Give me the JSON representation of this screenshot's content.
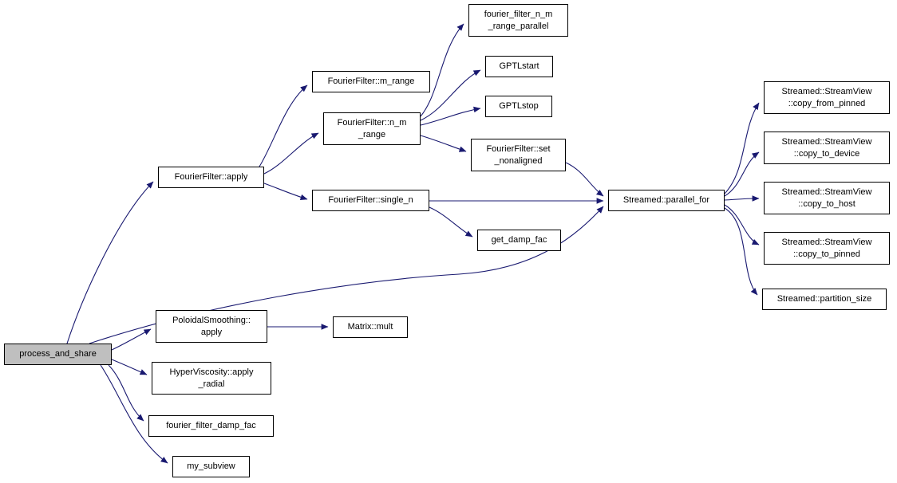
{
  "diagram": {
    "kind": "call-graph",
    "edge_color": "#191970",
    "node_border_color": "#000000",
    "node_fill": "#ffffff",
    "highlight_fill": "#bfbfbf"
  },
  "nodes": {
    "process_and_share": {
      "label": "process_and_share",
      "highlighted": true
    },
    "fourier_filter_apply": {
      "label": "FourierFilter::apply"
    },
    "fourier_filter_m_range": {
      "label": "FourierFilter::m_range"
    },
    "fourier_filter_n_m_range": {
      "label": "FourierFilter::n_m\n_range"
    },
    "fourier_filter_n_m_range_parallel": {
      "label": "fourier_filter_n_m\n_range_parallel"
    },
    "gptl_start": {
      "label": "GPTLstart"
    },
    "gptl_stop": {
      "label": "GPTLstop"
    },
    "fourier_filter_set_nonaligned": {
      "label": "FourierFilter::set\n_nonaligned"
    },
    "fourier_filter_single_n": {
      "label": "FourierFilter::single_n"
    },
    "get_damp_fac": {
      "label": "get_damp_fac"
    },
    "streamed_parallel_for": {
      "label": "Streamed::parallel_for"
    },
    "copy_from_pinned": {
      "label": "Streamed::StreamView\n::copy_from_pinned"
    },
    "copy_to_device": {
      "label": "Streamed::StreamView\n::copy_to_device"
    },
    "copy_to_host": {
      "label": "Streamed::StreamView\n::copy_to_host"
    },
    "copy_to_pinned": {
      "label": "Streamed::StreamView\n::copy_to_pinned"
    },
    "partition_size": {
      "label": "Streamed::partition_size"
    },
    "poloidal_smoothing_apply": {
      "label": "PoloidalSmoothing::\napply"
    },
    "matrix_mult": {
      "label": "Matrix::mult"
    },
    "hyperviscosity_apply_radial": {
      "label": "HyperViscosity::apply\n_radial"
    },
    "fourier_filter_damp_fac": {
      "label": "fourier_filter_damp_fac"
    },
    "my_subview": {
      "label": "my_subview"
    }
  },
  "edges": [
    {
      "from": "process_and_share",
      "to": "fourier_filter_apply"
    },
    {
      "from": "process_and_share",
      "to": "streamed_parallel_for"
    },
    {
      "from": "process_and_share",
      "to": "poloidal_smoothing_apply"
    },
    {
      "from": "process_and_share",
      "to": "hyperviscosity_apply_radial"
    },
    {
      "from": "process_and_share",
      "to": "fourier_filter_damp_fac"
    },
    {
      "from": "process_and_share",
      "to": "my_subview"
    },
    {
      "from": "fourier_filter_apply",
      "to": "fourier_filter_m_range"
    },
    {
      "from": "fourier_filter_apply",
      "to": "fourier_filter_n_m_range"
    },
    {
      "from": "fourier_filter_apply",
      "to": "fourier_filter_single_n"
    },
    {
      "from": "fourier_filter_n_m_range",
      "to": "fourier_filter_n_m_range_parallel"
    },
    {
      "from": "fourier_filter_n_m_range",
      "to": "gptl_start"
    },
    {
      "from": "fourier_filter_n_m_range",
      "to": "gptl_stop"
    },
    {
      "from": "fourier_filter_n_m_range",
      "to": "fourier_filter_set_nonaligned"
    },
    {
      "from": "fourier_filter_single_n",
      "to": "streamed_parallel_for"
    },
    {
      "from": "fourier_filter_single_n",
      "to": "get_damp_fac"
    },
    {
      "from": "fourier_filter_set_nonaligned",
      "to": "streamed_parallel_for"
    },
    {
      "from": "poloidal_smoothing_apply",
      "to": "matrix_mult"
    },
    {
      "from": "streamed_parallel_for",
      "to": "copy_from_pinned"
    },
    {
      "from": "streamed_parallel_for",
      "to": "copy_to_device"
    },
    {
      "from": "streamed_parallel_for",
      "to": "copy_to_host"
    },
    {
      "from": "streamed_parallel_for",
      "to": "copy_to_pinned"
    },
    {
      "from": "streamed_parallel_for",
      "to": "partition_size"
    }
  ]
}
